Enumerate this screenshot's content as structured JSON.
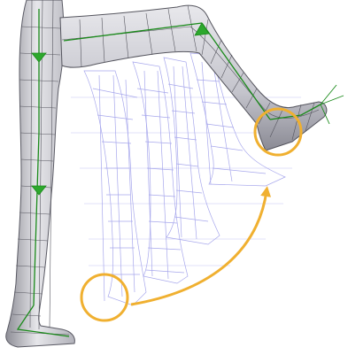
{
  "viewport": {
    "background": "#ffffff",
    "colors": {
      "mesh_surface": "#d4d4d8",
      "mesh_shade": "#9c9ca4",
      "wireframe": "#4a4a55",
      "skeleton": "#1a8a1a",
      "ghost_trail": "#7a7ae0",
      "highlight": "#f0b030"
    },
    "icons": [
      "leg-mesh",
      "bone-chain",
      "ghost-frame",
      "highlight-circle",
      "motion-arrow"
    ],
    "ghost_frame_count": 4
  }
}
